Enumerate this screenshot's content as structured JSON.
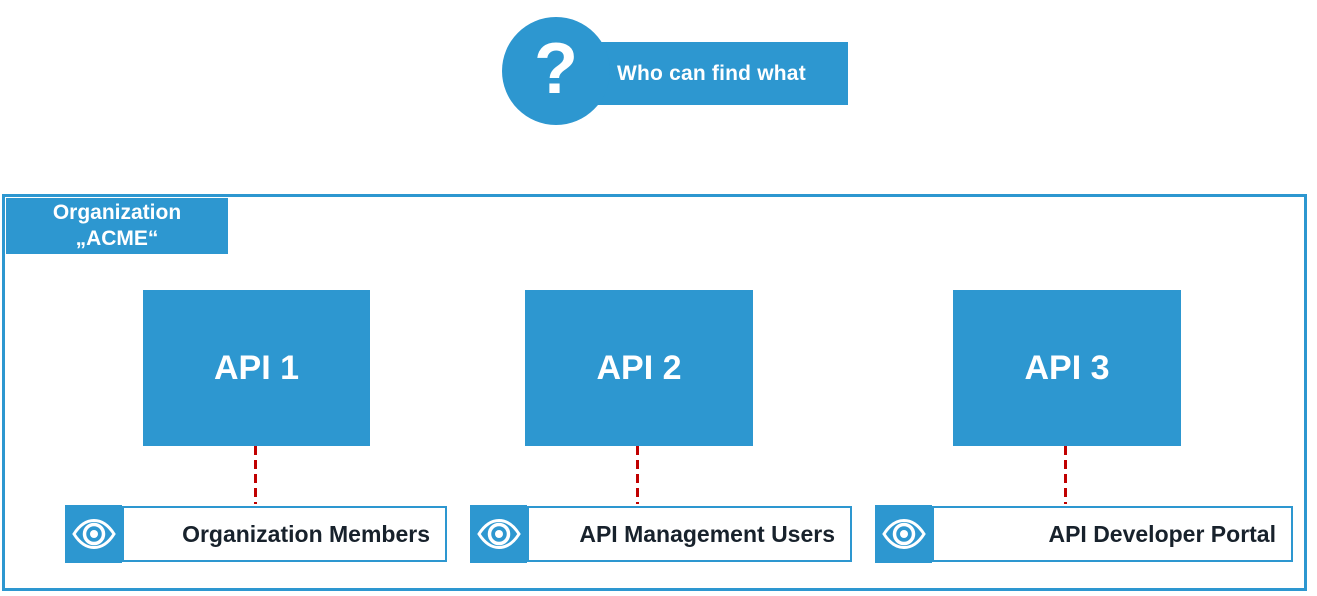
{
  "header": {
    "question_mark": "?",
    "title": "Who can find what"
  },
  "organization": {
    "line1": "Organization",
    "line2": "„ACME“"
  },
  "apis": [
    {
      "label": "API 1"
    },
    {
      "label": "API 2"
    },
    {
      "label": "API 3"
    }
  ],
  "visibility": [
    {
      "icon": "eye-icon",
      "label": "Organization Members"
    },
    {
      "icon": "eye-icon",
      "label": "API Management Users"
    },
    {
      "icon": "eye-icon",
      "label": "API Developer Portal"
    }
  ],
  "colors": {
    "accent_blue": "#2D97D0",
    "connector_red": "#C00000",
    "label_text": "#18222C",
    "background": "#FFFFFF"
  }
}
